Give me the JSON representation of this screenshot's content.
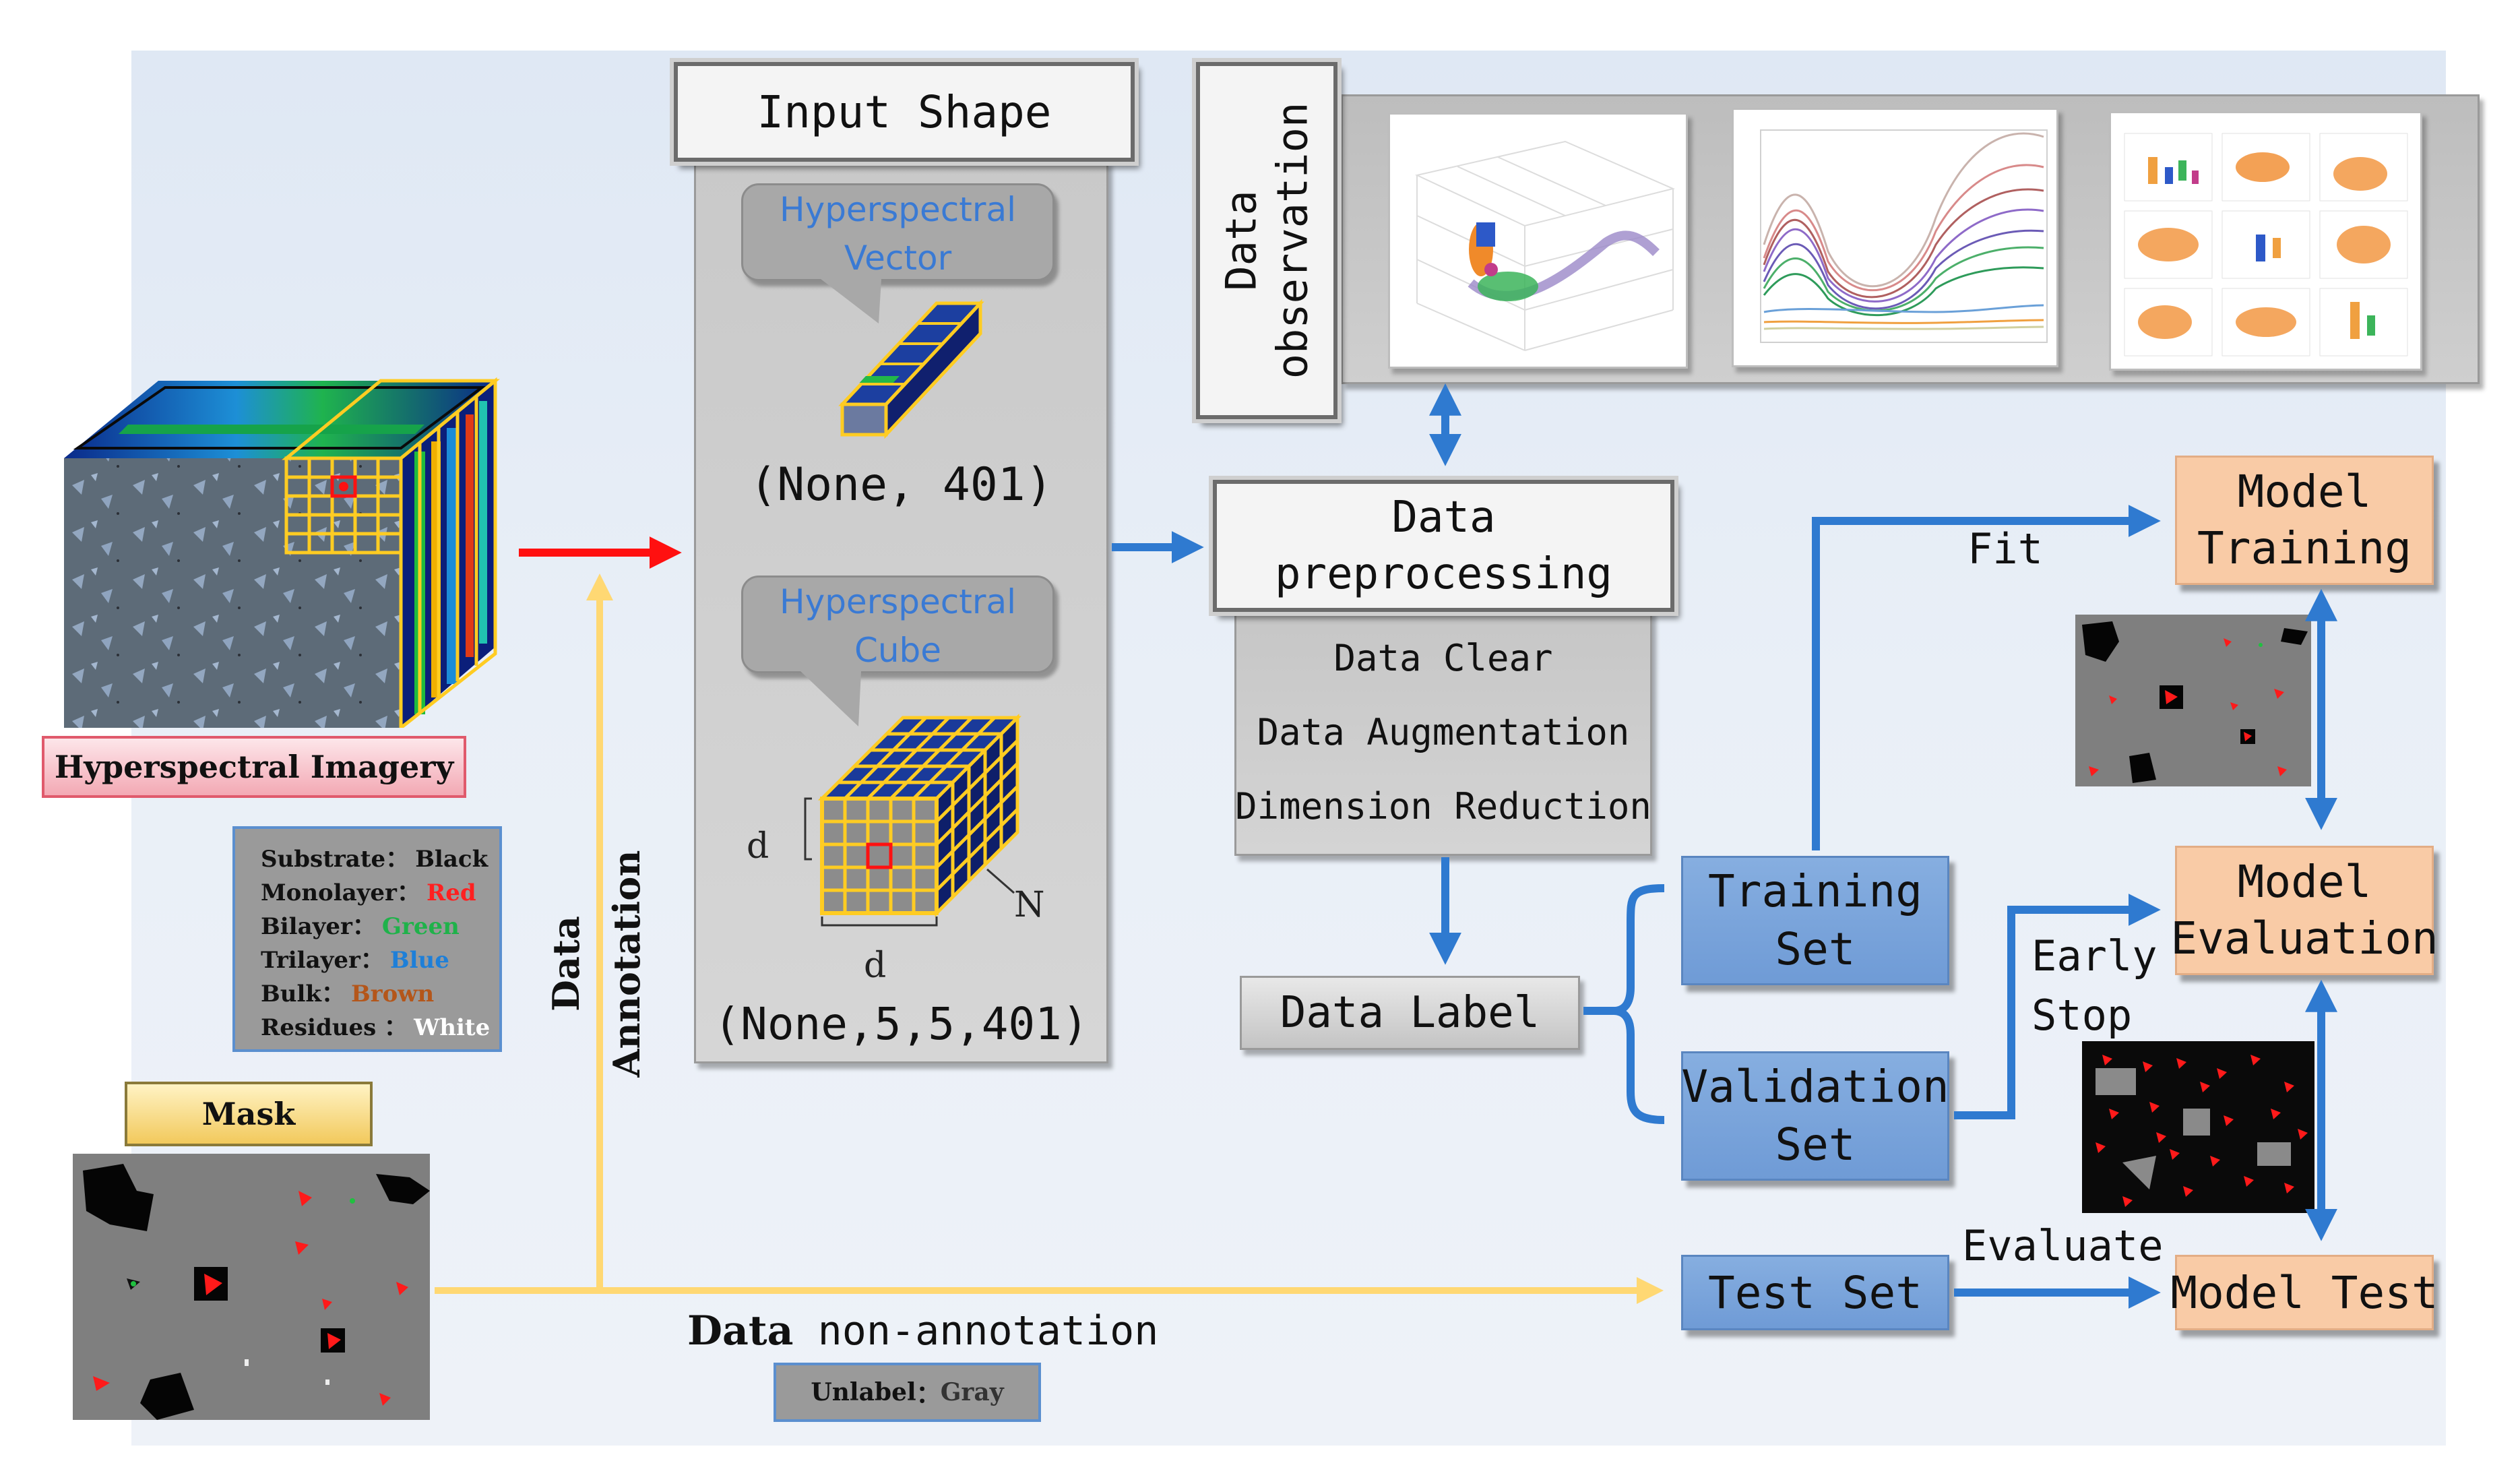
{
  "input_shape": {
    "title": "Input Shape",
    "vector_bubble": [
      "Hyperspectral",
      "Vector"
    ],
    "vector_shape": "(None,  401)",
    "cube_bubble": [
      "Hyperspectral",
      "Cube"
    ],
    "cube_shape": "(None,5,5,401)",
    "cube_label_d_side": "d",
    "cube_label_d_bottom": "d",
    "cube_label_n": "N"
  },
  "data_observation": {
    "label_line1": "Data",
    "label_line2": "observation"
  },
  "preprocessing": {
    "title_line1": "Data",
    "title_line2": "preprocessing",
    "steps": [
      "Data Clear",
      "Data Augmentation",
      "Dimension Reduction"
    ]
  },
  "data_label": "Data Label",
  "training_set": {
    "line1": "Training",
    "line2": "Set"
  },
  "validation_set": {
    "line1": "Validation",
    "line2": "Set"
  },
  "test_set": "Test Set",
  "model_training": {
    "line1": "Model",
    "line2": "Training"
  },
  "model_evaluation": {
    "line1": "Model",
    "line2": "Evaluation"
  },
  "model_test": "Model Test",
  "edge_labels": {
    "fit": "Fit",
    "early": "Early",
    "stop": "Stop",
    "evaluate": "Evaluate"
  },
  "hyperspectral_imagery": "Hyperspectral Imagery",
  "legend": [
    {
      "name": "Substrate",
      "sep": "：",
      "value": "Black",
      "color": "#111111"
    },
    {
      "name": "Monolayer",
      "sep": "：",
      "value": "Red",
      "color": "#ff2020"
    },
    {
      "name": "Bilayer",
      "sep": "：",
      "value": "Green",
      "color": "#1fb24a"
    },
    {
      "name": "Trilayer",
      "sep": "：",
      "value": "Blue",
      "color": "#1e7fd8"
    },
    {
      "name": "Bulk",
      "sep": "：",
      "value": "Brown",
      "color": "#b4561a"
    },
    {
      "name": "Residues",
      "sep": " ：",
      "value": "White",
      "color": "#ffffff"
    }
  ],
  "mask_label": "Mask",
  "data_annotation": {
    "line1": "Data",
    "line2": "Annotation"
  },
  "data_non_annotation": {
    "bold": "Data",
    "rest": " non-annotation"
  },
  "unlabel": {
    "name": "Unlabel",
    "sep": "：",
    "value": "Gray"
  },
  "colors": {
    "blue_arrow": "#2f7ad0",
    "red_arrow": "#ff1010",
    "yellow_arrow": "#ffd873",
    "flow_blue": "#7aa6dc",
    "peach": "#f9cba6",
    "bubble_text": "#3a7ad4"
  }
}
